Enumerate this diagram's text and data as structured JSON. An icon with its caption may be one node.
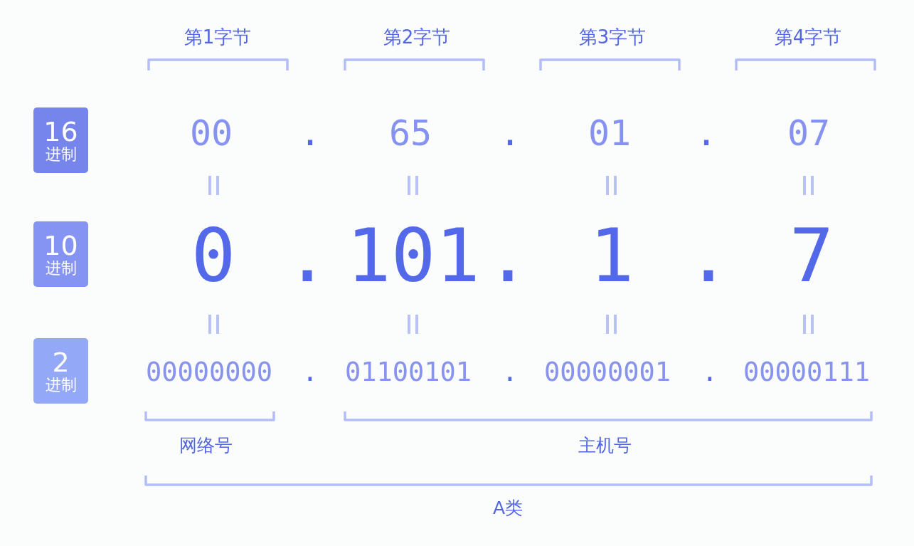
{
  "diagram": {
    "nodes": [
      {
        "text": [
          "16",
          "进制"
        ]
      },
      {
        "text": [
          "10",
          "进制"
        ]
      },
      {
        "text": [
          "2",
          "进制"
        ]
      }
    ],
    "labels": [
      "第1字节",
      "第2字节",
      "第3字节",
      "第4字节",
      "00",
      ".",
      "65",
      ".",
      "01",
      ".",
      "07",
      "0",
      ".",
      "101",
      ".",
      "1",
      ".",
      "7",
      "00000000",
      ".",
      "01100101",
      ".",
      "00000001",
      ".",
      "00000111",
      "网络号",
      "主机号",
      "A类"
    ]
  }
}
